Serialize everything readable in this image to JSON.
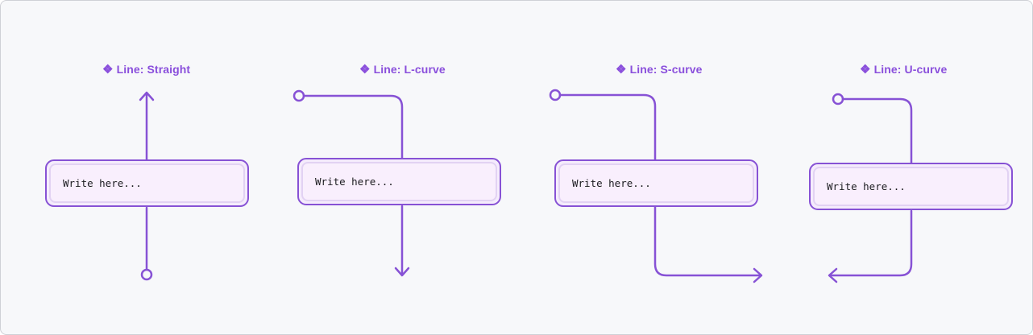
{
  "variants": [
    {
      "label": "Line: Straight",
      "placeholder": "Write here..."
    },
    {
      "label": "Line: L-curve",
      "placeholder": "Write here..."
    },
    {
      "label": "Line: S-curve",
      "placeholder": "Write here..."
    },
    {
      "label": "Line: U-curve",
      "placeholder": "Write here..."
    }
  ],
  "label_icon": "component-diamond-icon",
  "colors": {
    "accent": "#8752d5",
    "label": "#8a4fdc",
    "card_fill": "#f5ecfc",
    "card_inner_border": "#e2d2f3",
    "canvas": "#f7f8fa"
  }
}
